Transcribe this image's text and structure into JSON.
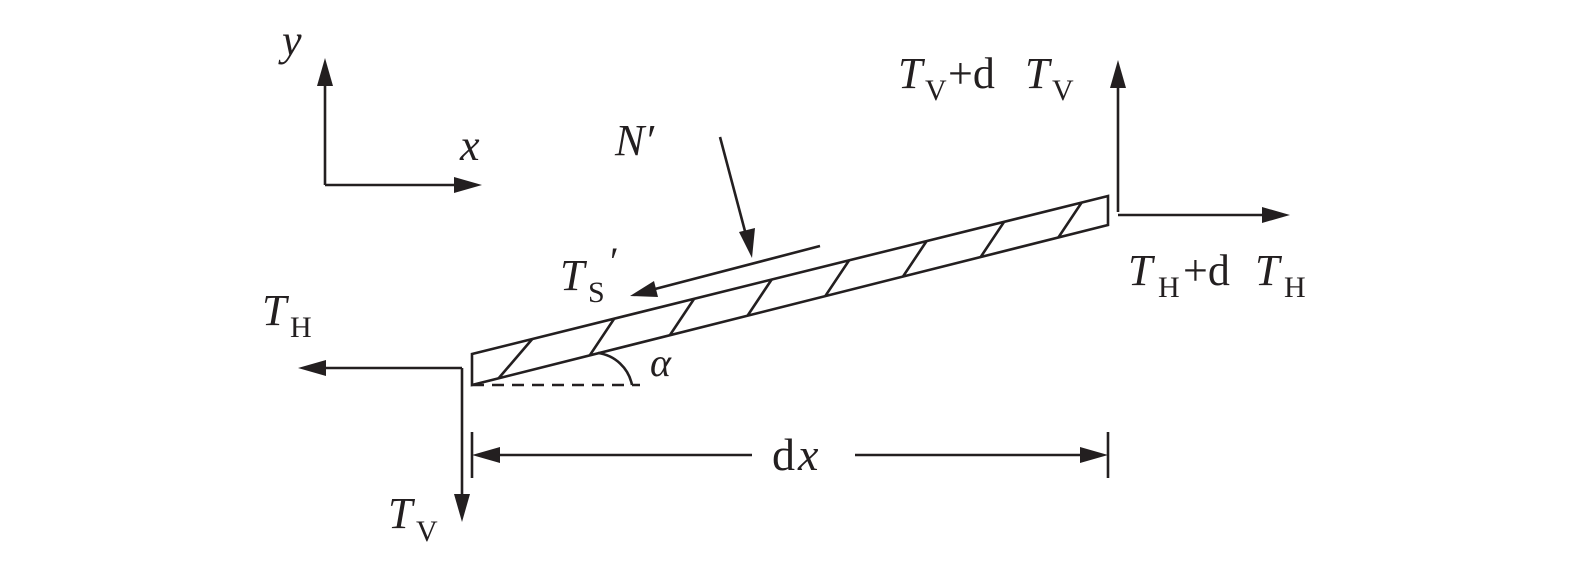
{
  "labels": {
    "axis_y": "y",
    "axis_x": "x",
    "normal_force": "N′",
    "shear_T": "T",
    "shear_sub": "S",
    "shear_prime": "′",
    "tv_top_T1": "T",
    "tv_top_sub1": "V",
    "tv_top_plus": "+d",
    "tv_top_T2": "T",
    "tv_top_sub2": "V",
    "th_right_T1": "T",
    "th_right_sub1": "H",
    "th_right_plus": "+d",
    "th_right_T2": "T",
    "th_right_sub2": "H",
    "th_left_T": "T",
    "th_left_sub": "H",
    "tv_left_T": "T",
    "tv_left_sub": "V",
    "angle": "α",
    "dim_d": "d",
    "dim_x": "x"
  },
  "colors": {
    "ink": "#231f20",
    "background": "#ffffff"
  }
}
